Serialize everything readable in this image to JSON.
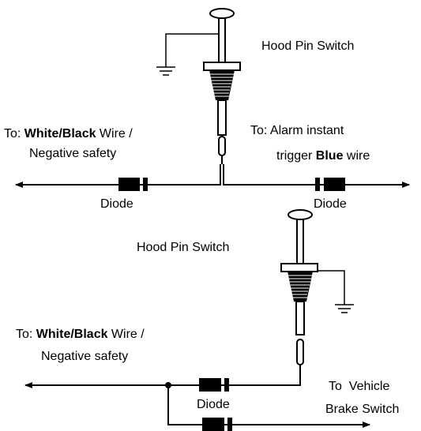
{
  "diagram": {
    "top": {
      "switch_label": "Hood Pin Switch",
      "left_target": {
        "prefix": "To: ",
        "bold": "White/Black",
        "suffix": " Wire /",
        "line2": "Negative safety"
      },
      "right_target": {
        "line1": "To: Alarm instant",
        "line2_prefix": "trigger ",
        "line2_bold": "Blue",
        "line2_suffix": " wire"
      },
      "diode_left_label": "Diode",
      "diode_right_label": "Diode"
    },
    "bottom": {
      "switch_label": "Hood Pin Switch",
      "left_target": {
        "prefix": "To: ",
        "bold": "White/Black",
        "suffix": " Wire /",
        "line2": "Negative safety"
      },
      "right_target": {
        "line1": "To  Vehicle",
        "line2": "Brake Switch"
      },
      "diode_label": "Diode"
    },
    "colors": {
      "line": "#000000",
      "background": "#ffffff"
    }
  }
}
